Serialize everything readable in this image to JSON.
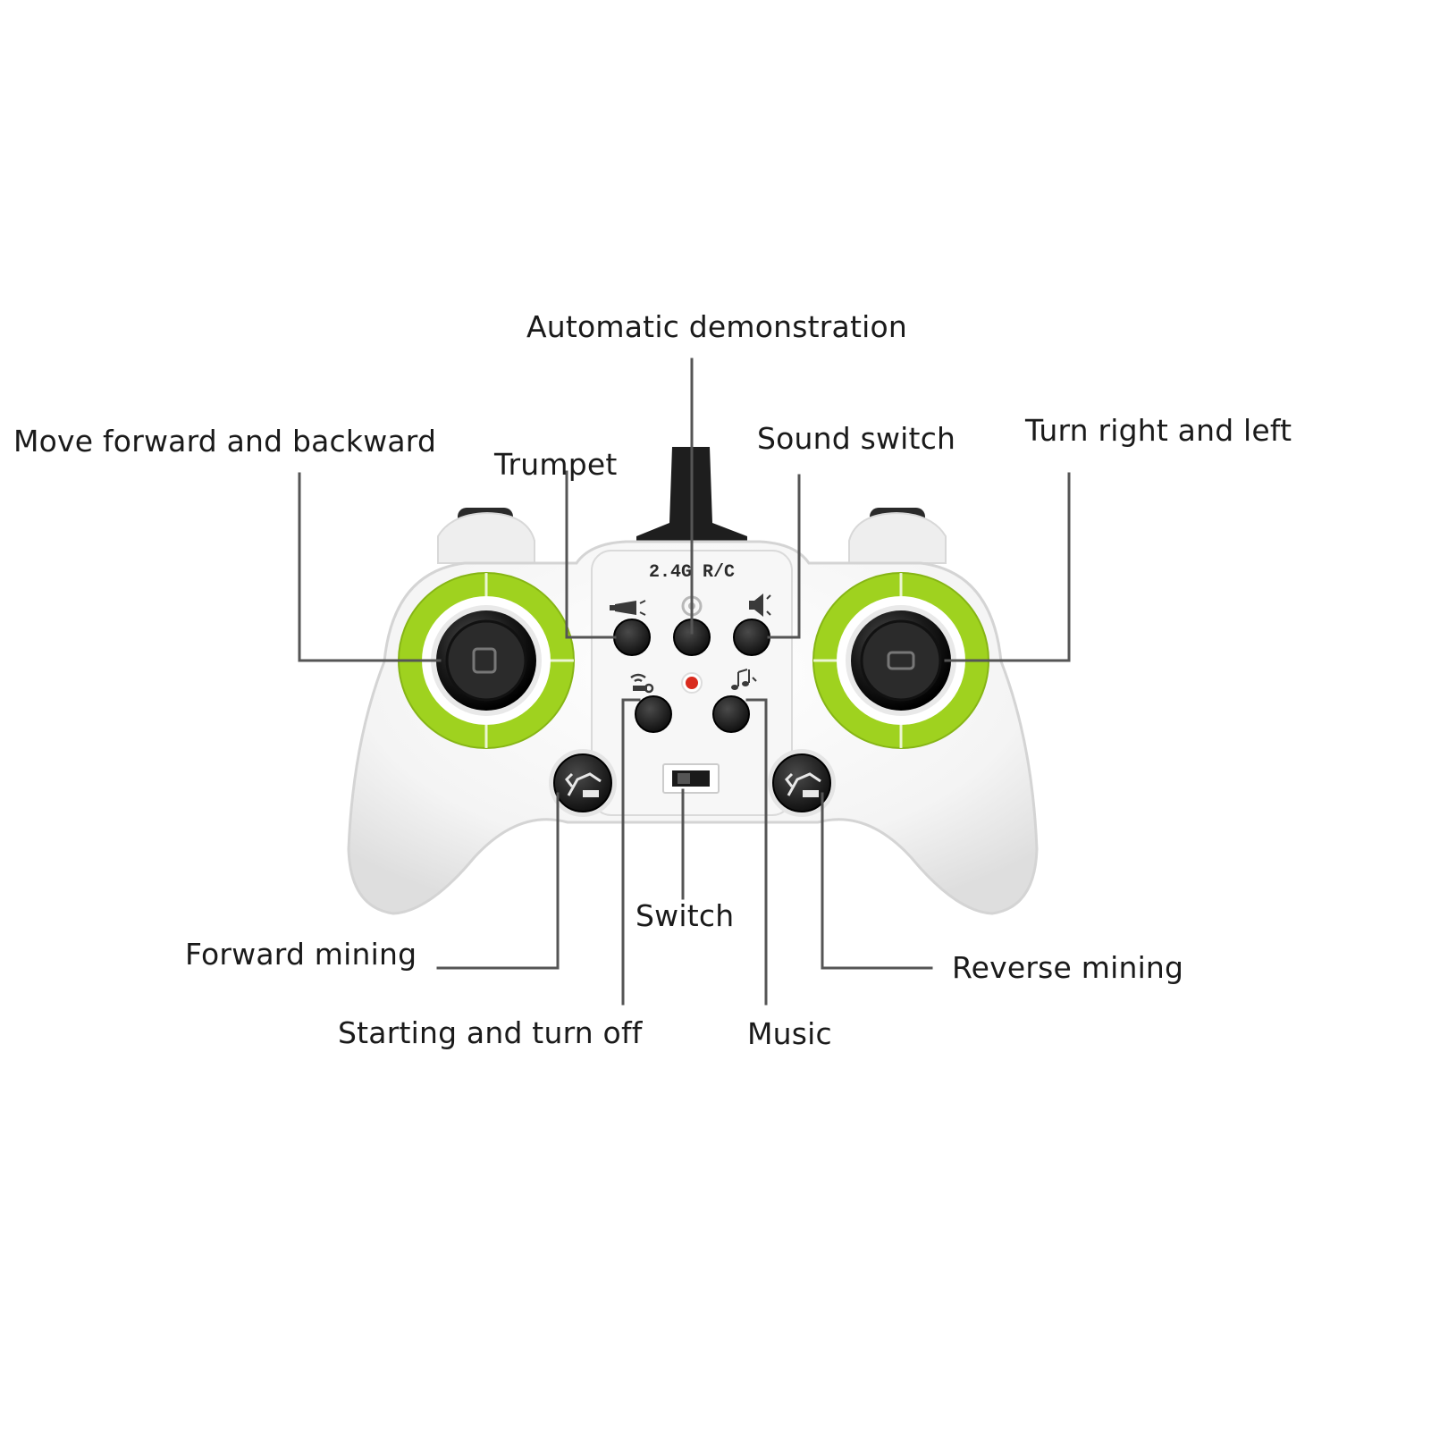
{
  "controller": {
    "brand_text": "2.4G R/C",
    "colors": {
      "body": "#f3f3f3",
      "accent": "#9fd21f",
      "button": "#1c1c1c",
      "led": "#d92b1e",
      "leader_line": "#555555"
    },
    "icons": {
      "trumpet": "trumpet-icon",
      "auto_demo": "demo-icon",
      "sound": "speaker-icon",
      "power": "power-icon",
      "music": "music-note-icon",
      "mining": "excavator-arm-icon"
    }
  },
  "labels": {
    "auto_demo": "Automatic demonstration",
    "move": "Move forward and backward",
    "trumpet": "Trumpet",
    "sound_switch": "Sound switch",
    "turn": "Turn right and left",
    "switch": "Switch",
    "forward_mining": "Forward mining",
    "reverse_mining": "Reverse mining",
    "start_off": "Starting and turn off",
    "music": "Music"
  }
}
